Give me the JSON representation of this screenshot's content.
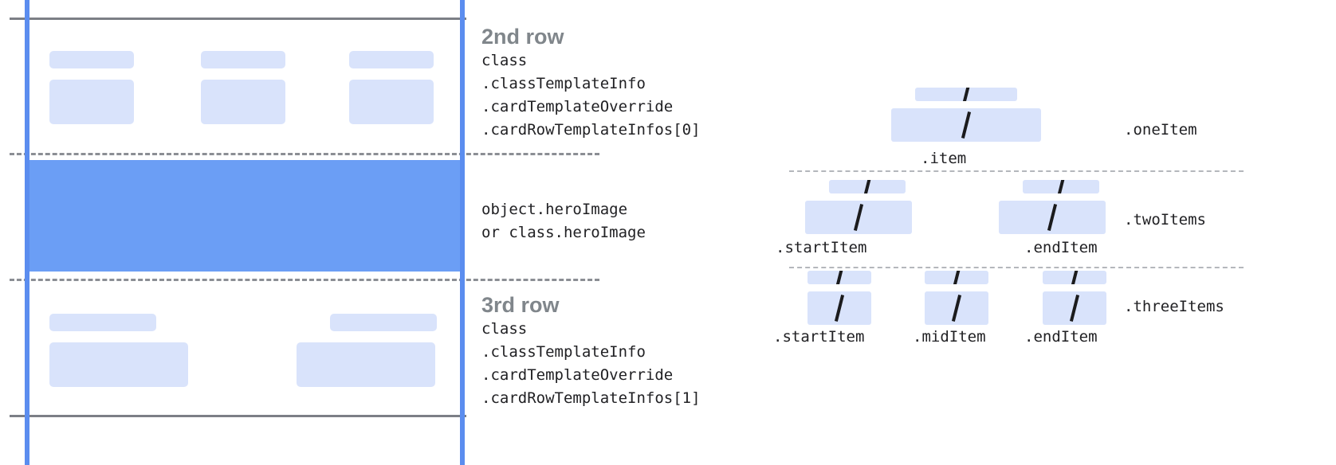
{
  "left_diagram": {
    "annotations": [
      {
        "title": "2nd row",
        "code": "class\n.classTemplateInfo\n.cardTemplateOverride\n.cardRowTemplateInfos[0]"
      },
      {
        "title": "",
        "code": "object.heroImage\nor class.heroImage"
      },
      {
        "title": "3rd row",
        "code": "class\n.classTemplateInfo\n.cardTemplateOverride\n.cardRowTemplateInfos[1]"
      }
    ],
    "hero_color": "#6B9EF5",
    "placeholder_color": "#D9E3FB",
    "guide_color": "#5B8DEF",
    "rule_color": "#7c7f86"
  },
  "right_diagram": {
    "groups": [
      {
        "name": ".oneItem",
        "items": [
          {
            "label": ".item"
          }
        ]
      },
      {
        "name": ".twoItems",
        "items": [
          {
            "label": ".startItem"
          },
          {
            "label": ".endItem"
          }
        ]
      },
      {
        "name": ".threeItems",
        "items": [
          {
            "label": ".startItem"
          },
          {
            "label": ".midItem"
          },
          {
            "label": ".endItem"
          }
        ]
      }
    ],
    "slash_glyph": "/"
  }
}
